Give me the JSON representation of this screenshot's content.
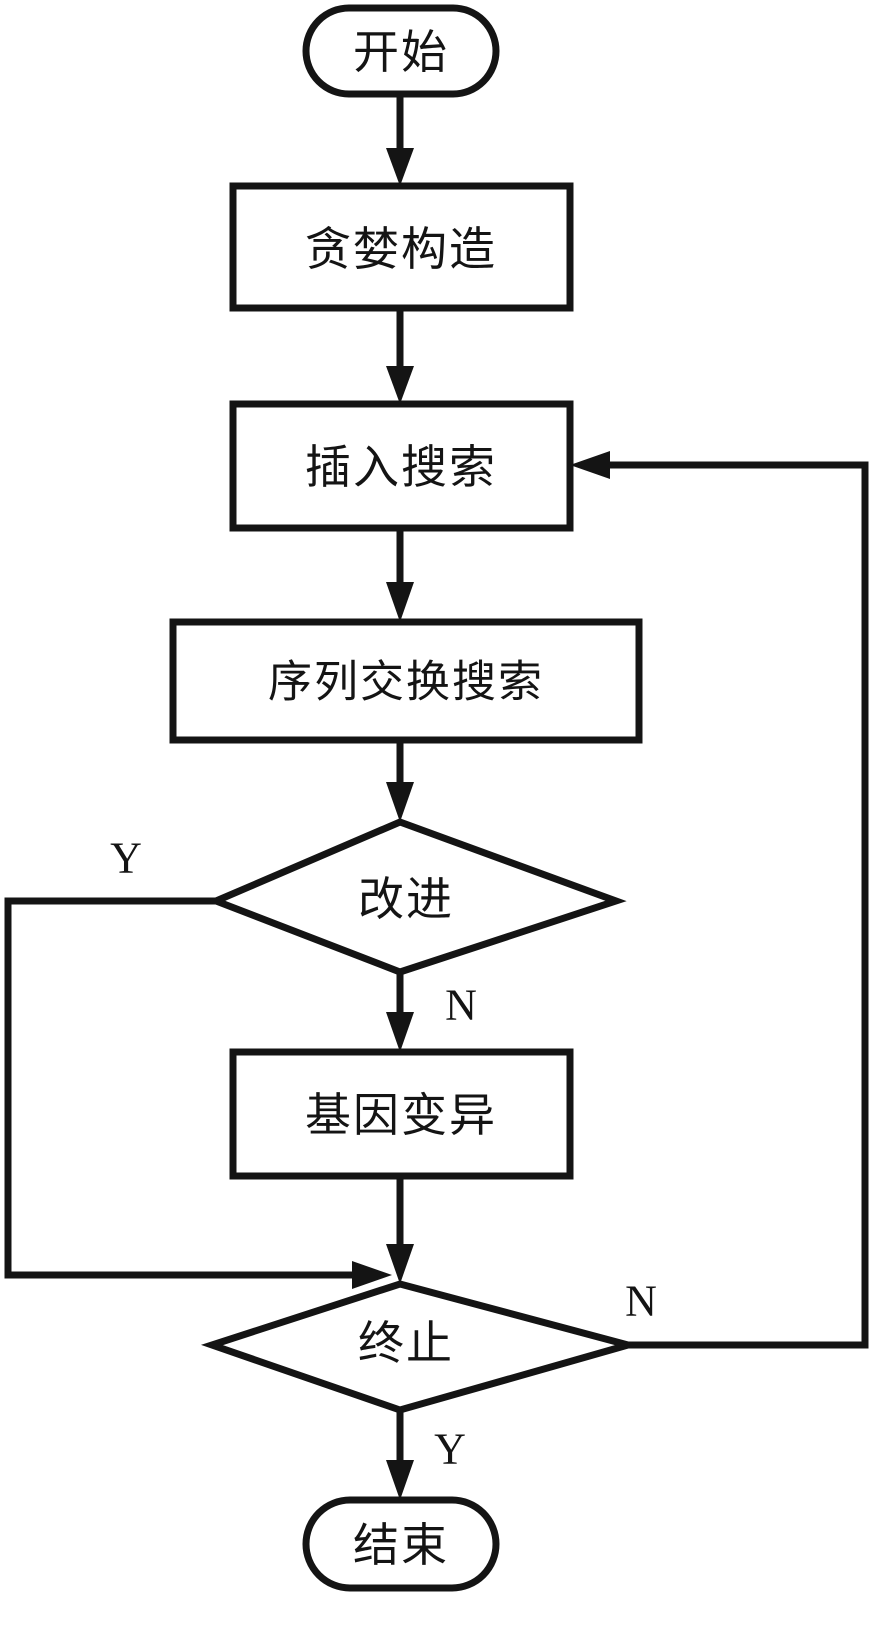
{
  "diagram": {
    "type": "flowchart",
    "language": "zh-CN",
    "title": "",
    "colors": {
      "stroke": "#141414",
      "fill": "#ffffff",
      "background": "#ffffff"
    },
    "nodes": [
      {
        "id": "start",
        "shape": "terminator",
        "label": "开始"
      },
      {
        "id": "greedy",
        "shape": "process",
        "label": "贪婪构造"
      },
      {
        "id": "insert",
        "shape": "process",
        "label": "插入搜索"
      },
      {
        "id": "exchange",
        "shape": "process",
        "label": "序列交换搜索"
      },
      {
        "id": "improve",
        "shape": "decision",
        "label": "改进"
      },
      {
        "id": "mutate",
        "shape": "process",
        "label": "基因变异"
      },
      {
        "id": "stop",
        "shape": "decision",
        "label": "终止"
      },
      {
        "id": "end",
        "shape": "terminator",
        "label": "结束"
      }
    ],
    "edges": [
      {
        "from": "start",
        "to": "greedy",
        "label": ""
      },
      {
        "from": "greedy",
        "to": "insert",
        "label": ""
      },
      {
        "from": "insert",
        "to": "exchange",
        "label": ""
      },
      {
        "from": "exchange",
        "to": "improve",
        "label": ""
      },
      {
        "from": "improve",
        "to": "stop",
        "label": "Y"
      },
      {
        "from": "improve",
        "to": "mutate",
        "label": "N"
      },
      {
        "from": "mutate",
        "to": "stop",
        "label": ""
      },
      {
        "from": "stop",
        "to": "insert",
        "label": "N"
      },
      {
        "from": "stop",
        "to": "end",
        "label": "Y"
      }
    ],
    "edge_labels": {
      "improve_yes": "Y",
      "improve_no": "N",
      "stop_no": "N",
      "stop_yes": "Y"
    }
  }
}
